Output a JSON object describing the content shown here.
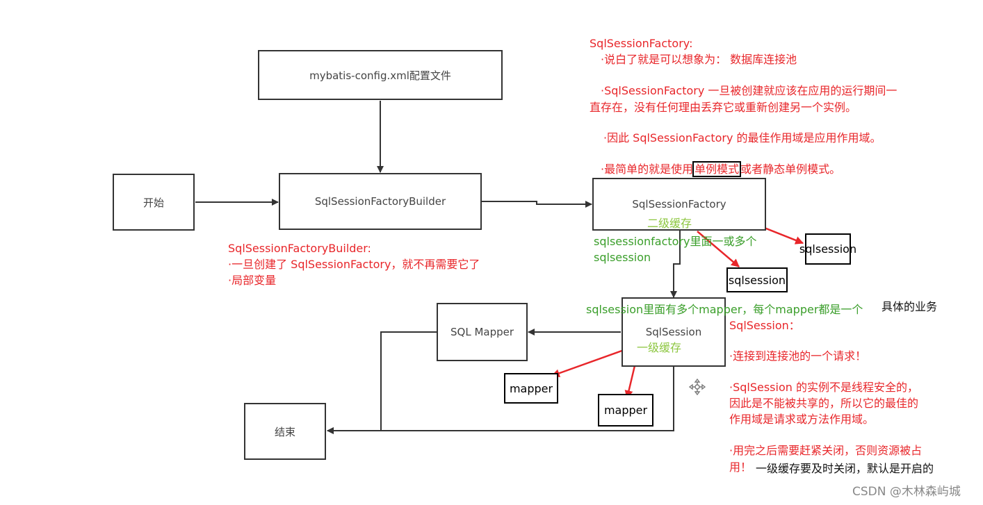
{
  "nodes": {
    "config": "mybatis-config.xml配置文件",
    "start": "开始",
    "builder": "SqlSessionFactoryBuilder",
    "factory": "SqlSessionFactory",
    "session": "SqlSession",
    "mapper_box": "SQL Mapper",
    "end": "结束",
    "sqlsession_a": "sqlsession",
    "sqlsession_b": "sqlsession",
    "mapper_a": "mapper",
    "mapper_b": "mapper"
  },
  "notes": {
    "factory": {
      "title": "SqlSessionFactory:",
      "line1": "·说白了就是可以想象为： 数据库连接池",
      "line2": "·SqlSessionFactory 一旦被创建就应该在应用的运行期间一",
      "line3": "直存在，没有任何理由丢弃它或重新创建另一个实例。",
      "line4": "·因此 SqlSessionFactory 的最佳作用域是应用作用域。",
      "line5_pre": "·最简单的就是使用",
      "line5_hl": "单例模式",
      "line5_post": "或者静态单例模式。"
    },
    "builder": {
      "title": "SqlSessionFactoryBuilder:",
      "line1": "·一旦创建了 SqlSessionFactory，就不再需要它了",
      "line2": "·局部变量"
    },
    "cache2": "二级缓存",
    "factory_green1": "sqlsessionfactory里面一或多个",
    "factory_green2": "sqlsession",
    "session_green": "sqlsession里面有多个mapper，每个mapper都是一个",
    "business": "具体的业务",
    "cache1": "一级缓存",
    "session": {
      "title": "SqlSession：",
      "line1": "·连接到连接池的一个请求！",
      "line2": "·SqlSession 的实例不是线程安全的，",
      "line3": "因此是不能被共享的，所以它的最佳的",
      "line4": "作用域是请求或方法作用域。",
      "line5": "·用完之后需要赶紧关闭，否则资源被占",
      "line6": "用！"
    },
    "cache1_close": "一级缓存要及时关闭，默认是开启的"
  },
  "watermark": "CSDN @木林森屿城",
  "icons": {
    "move": "move-cursor-icon"
  },
  "colors": {
    "red": "#e8262a",
    "green": "#3a9e2a",
    "light_green": "#8cc63f",
    "line": "#333333"
  }
}
